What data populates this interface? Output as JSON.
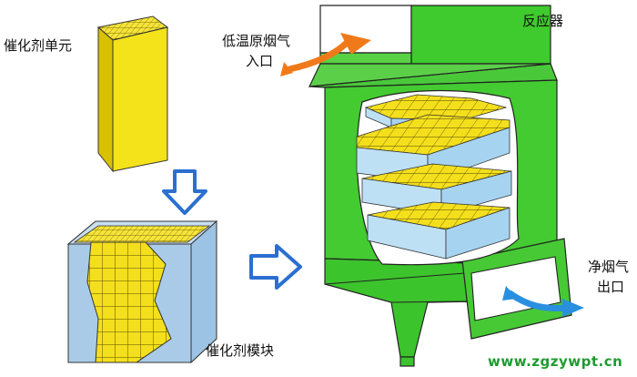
{
  "labels": {
    "catalyst_unit": "催化剂单元",
    "catalyst_module": "催化剂模块",
    "reactor": "反应器",
    "inlet_line1": "低温原烟气",
    "inlet_line2": "入口",
    "outlet_line1": "净烟气",
    "outlet_line2": "出口"
  },
  "watermark": "www.zgzywpt.cn",
  "colors": {
    "catalyst_yellow": "#f4df1d",
    "reactor_green": "#43cb31",
    "module_blue": "#a9cbe8",
    "process_arrow_blue": "#2b6fd0",
    "inlet_flow_orange": "#f07a1a",
    "outlet_flow_blue": "#2a8fe0",
    "watermark_green": "#1e9b2e"
  },
  "icons": [
    "down-arrow-icon",
    "right-arrow-icon",
    "inlet-flow-arrow-icon",
    "outlet-flow-arrow-icon"
  ]
}
